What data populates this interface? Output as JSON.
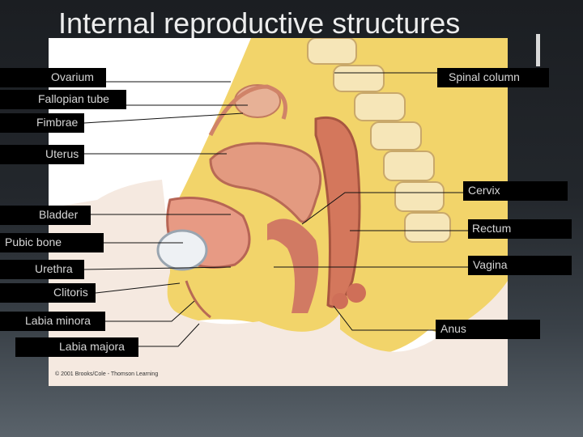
{
  "slide": {
    "title": "Internal reproductive structures",
    "copyright": "© 2001 Brooks/Cole - Thomson Learning"
  },
  "labels": {
    "ovarium": "Ovarium",
    "fallopian_tube": "Fallopian tube",
    "fimbrae": "Fimbrae",
    "uterus": "Uterus",
    "bladder": "Bladder",
    "pubic_bone": "Pubic bone",
    "urethra": "Urethra",
    "clitoris": "Clitoris",
    "labia_minora": "Labia minora",
    "labia_majora": "Labia majora",
    "spinal_column": "Spinal column",
    "cervix": "Cervix",
    "rectum": "Rectum",
    "vagina": "Vagina",
    "anus": "Anus"
  },
  "colors": {
    "fat": "#f2d46a",
    "tissue": "#f0b89a",
    "organ": "#d9785c",
    "bone": "#f6e6b8",
    "leader_line": "#111111"
  }
}
